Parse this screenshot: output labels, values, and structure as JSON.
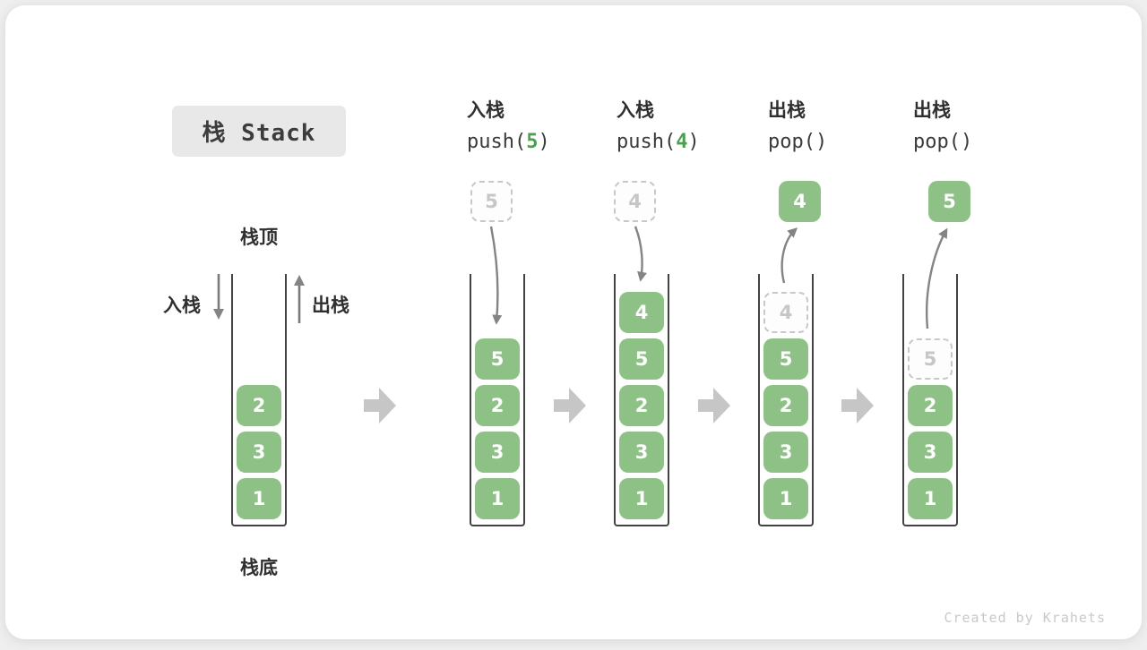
{
  "title": "栈 Stack",
  "watermark": "Created by Krahets",
  "labels": {
    "stack_top": "栈顶",
    "stack_bottom": "栈底",
    "push": "入栈",
    "pop": "出栈"
  },
  "colors": {
    "box_green": "#8ec186",
    "code_green": "#4c9e50",
    "ghost_gray": "#c8c8c8",
    "tube_border": "#424242",
    "arrow_gray": "#848484",
    "chevron_gray": "#c6c6c6",
    "title_bg": "#e8e8e8"
  },
  "stages": [
    {
      "items": [
        "2",
        "3",
        "1"
      ]
    },
    {
      "op_title": "入栈",
      "code_prefix": "push(",
      "code_arg": "5",
      "code_suffix": ")",
      "float_value": "5",
      "items": [
        "5",
        "2",
        "3",
        "1"
      ]
    },
    {
      "op_title": "入栈",
      "code_prefix": "push(",
      "code_arg": "4",
      "code_suffix": ")",
      "float_value": "4",
      "items": [
        "4",
        "5",
        "2",
        "3",
        "1"
      ]
    },
    {
      "op_title": "出栈",
      "code_prefix": "pop(",
      "code_arg": "",
      "code_suffix": ")",
      "float_value": "4",
      "ghost_value": "4",
      "items": [
        "5",
        "2",
        "3",
        "1"
      ]
    },
    {
      "op_title": "出栈",
      "code_prefix": "pop(",
      "code_arg": "",
      "code_suffix": ")",
      "float_value": "5",
      "ghost_value": "5",
      "items": [
        "2",
        "3",
        "1"
      ]
    }
  ]
}
